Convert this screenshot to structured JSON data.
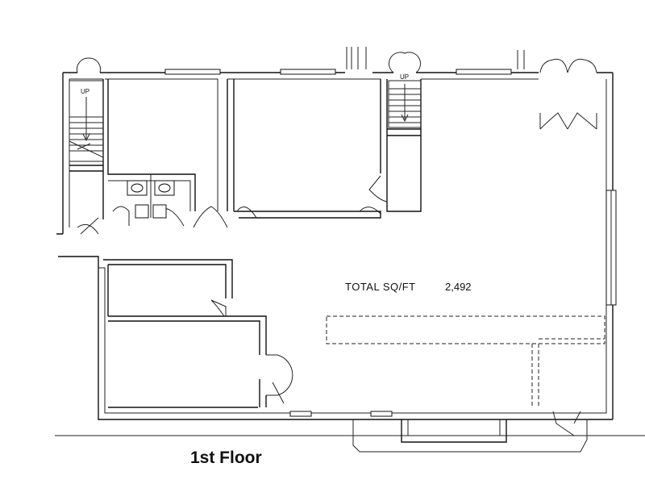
{
  "plan": {
    "total_area_label": "TOTAL SQ/FT",
    "total_area_value": "2,492",
    "stairs": [
      {
        "label": "UP"
      },
      {
        "label": "UP"
      }
    ]
  },
  "floor": {
    "title": "1st Floor"
  }
}
